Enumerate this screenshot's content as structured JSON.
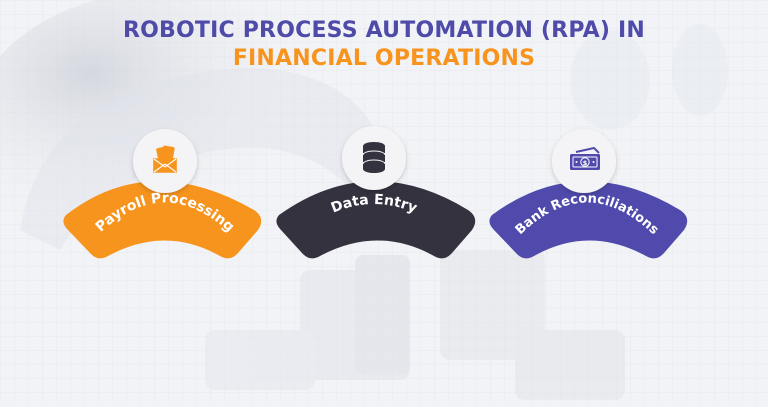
{
  "title": {
    "line1": "ROBOTIC PROCESS AUTOMATION (RPA) IN",
    "line2": "FINANCIAL OPERATIONS",
    "line1_color": "#4e4ba9",
    "line2_color": "#f7941d"
  },
  "items": [
    {
      "label": "Payroll Processing",
      "icon": "payroll-envelope-icon",
      "color": "#f7941d"
    },
    {
      "label": "Data Entry",
      "icon": "database-icon",
      "color": "#35323f"
    },
    {
      "label": "Bank Reconciliations",
      "icon": "cash-bill-icon",
      "color": "#4f4aab"
    }
  ],
  "background": {
    "base": "#f2f3f6",
    "grid": "#e6e8ee"
  }
}
